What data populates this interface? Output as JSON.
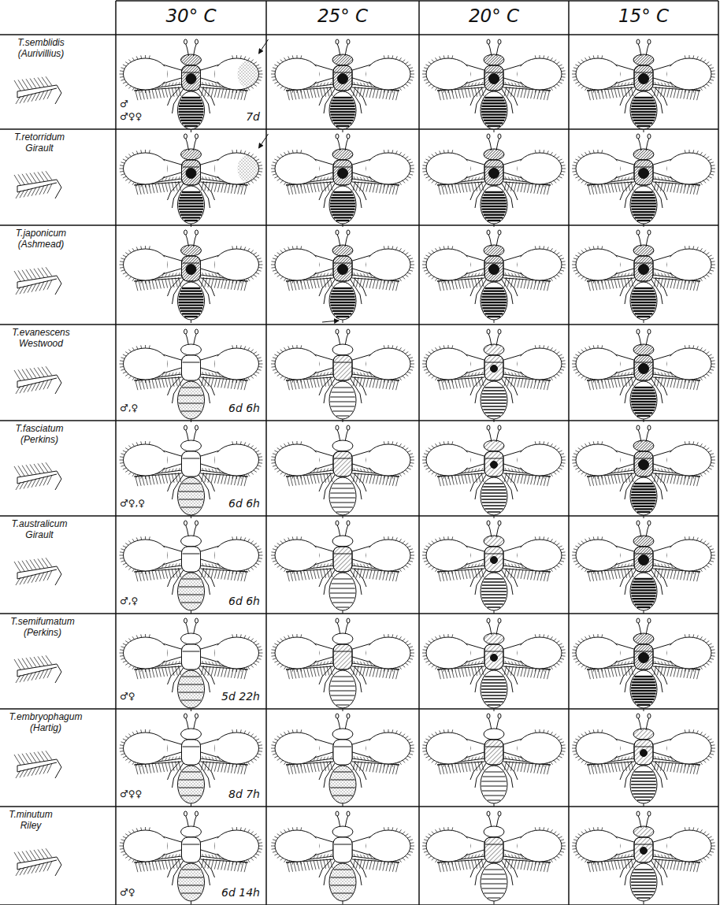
{
  "diagram": {
    "labels": [
      "30° C",
      "25° C",
      "20° C",
      "15° C",
      "T.semblidis (Aurivillius)",
      "T.retorridum Girault",
      "T.japonicum (Ashmead)",
      "T.evanescens Westwood",
      "T.fasciatum (Perkins)",
      "T.australicum Girault",
      "T.semifumatum (Perkins)",
      "T.embryophagum (Hartig)",
      "T.minutum Riley",
      "♂",
      "♂♀♀",
      "7d",
      "♂,♀",
      "6d 6h",
      "♂♀,♀",
      "6d 6h",
      "♂,♀",
      "6d 6h",
      "♂♀",
      "5d 22h",
      "♂♀♀",
      "8d 7h",
      "♂♀",
      "6d 14h"
    ]
  }
}
